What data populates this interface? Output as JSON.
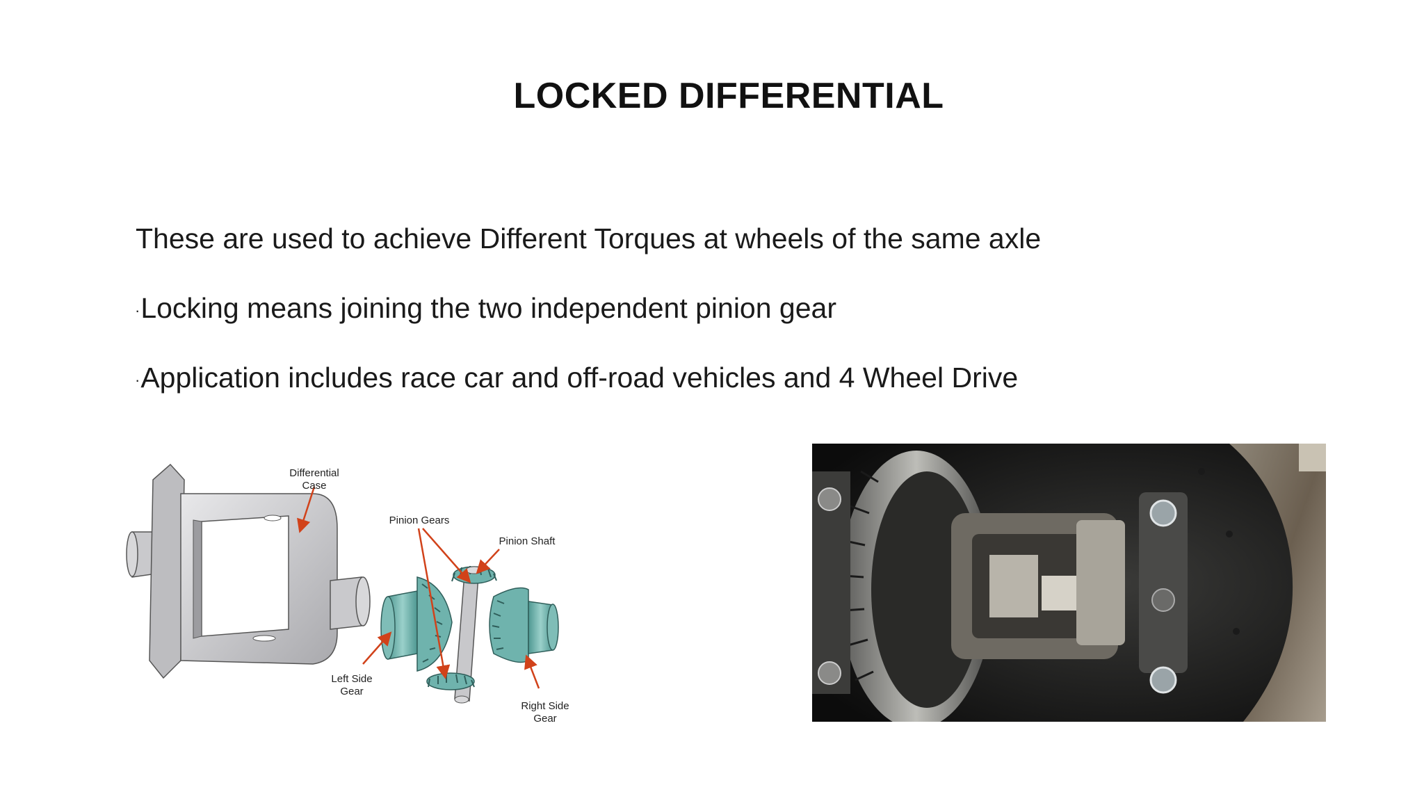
{
  "slide": {
    "title": "LOCKED DIFFERENTIAL",
    "bullets": [
      {
        "marker": "",
        "text": "These are used to achieve Different Torques at wheels of the same axle"
      },
      {
        "marker": "·",
        "text": "Locking means joining the two independent pinion gear"
      },
      {
        "marker": "·",
        "text": "Application includes race car and off-road vehicles and 4 Wheel Drive"
      }
    ]
  },
  "diagram": {
    "labels": {
      "differential_case_1": "Differential",
      "differential_case_2": "Case",
      "pinion_gears": "Pinion Gears",
      "pinion_shaft": "Pinion Shaft",
      "left_side_gear_1": "Left Side",
      "left_side_gear_2": "Gear",
      "right_side_gear_1": "Right Side",
      "right_side_gear_2": "Gear"
    },
    "colors": {
      "case": "#cfcfd1",
      "gear": "#6fb3ad",
      "arrow": "#d1421a"
    }
  }
}
